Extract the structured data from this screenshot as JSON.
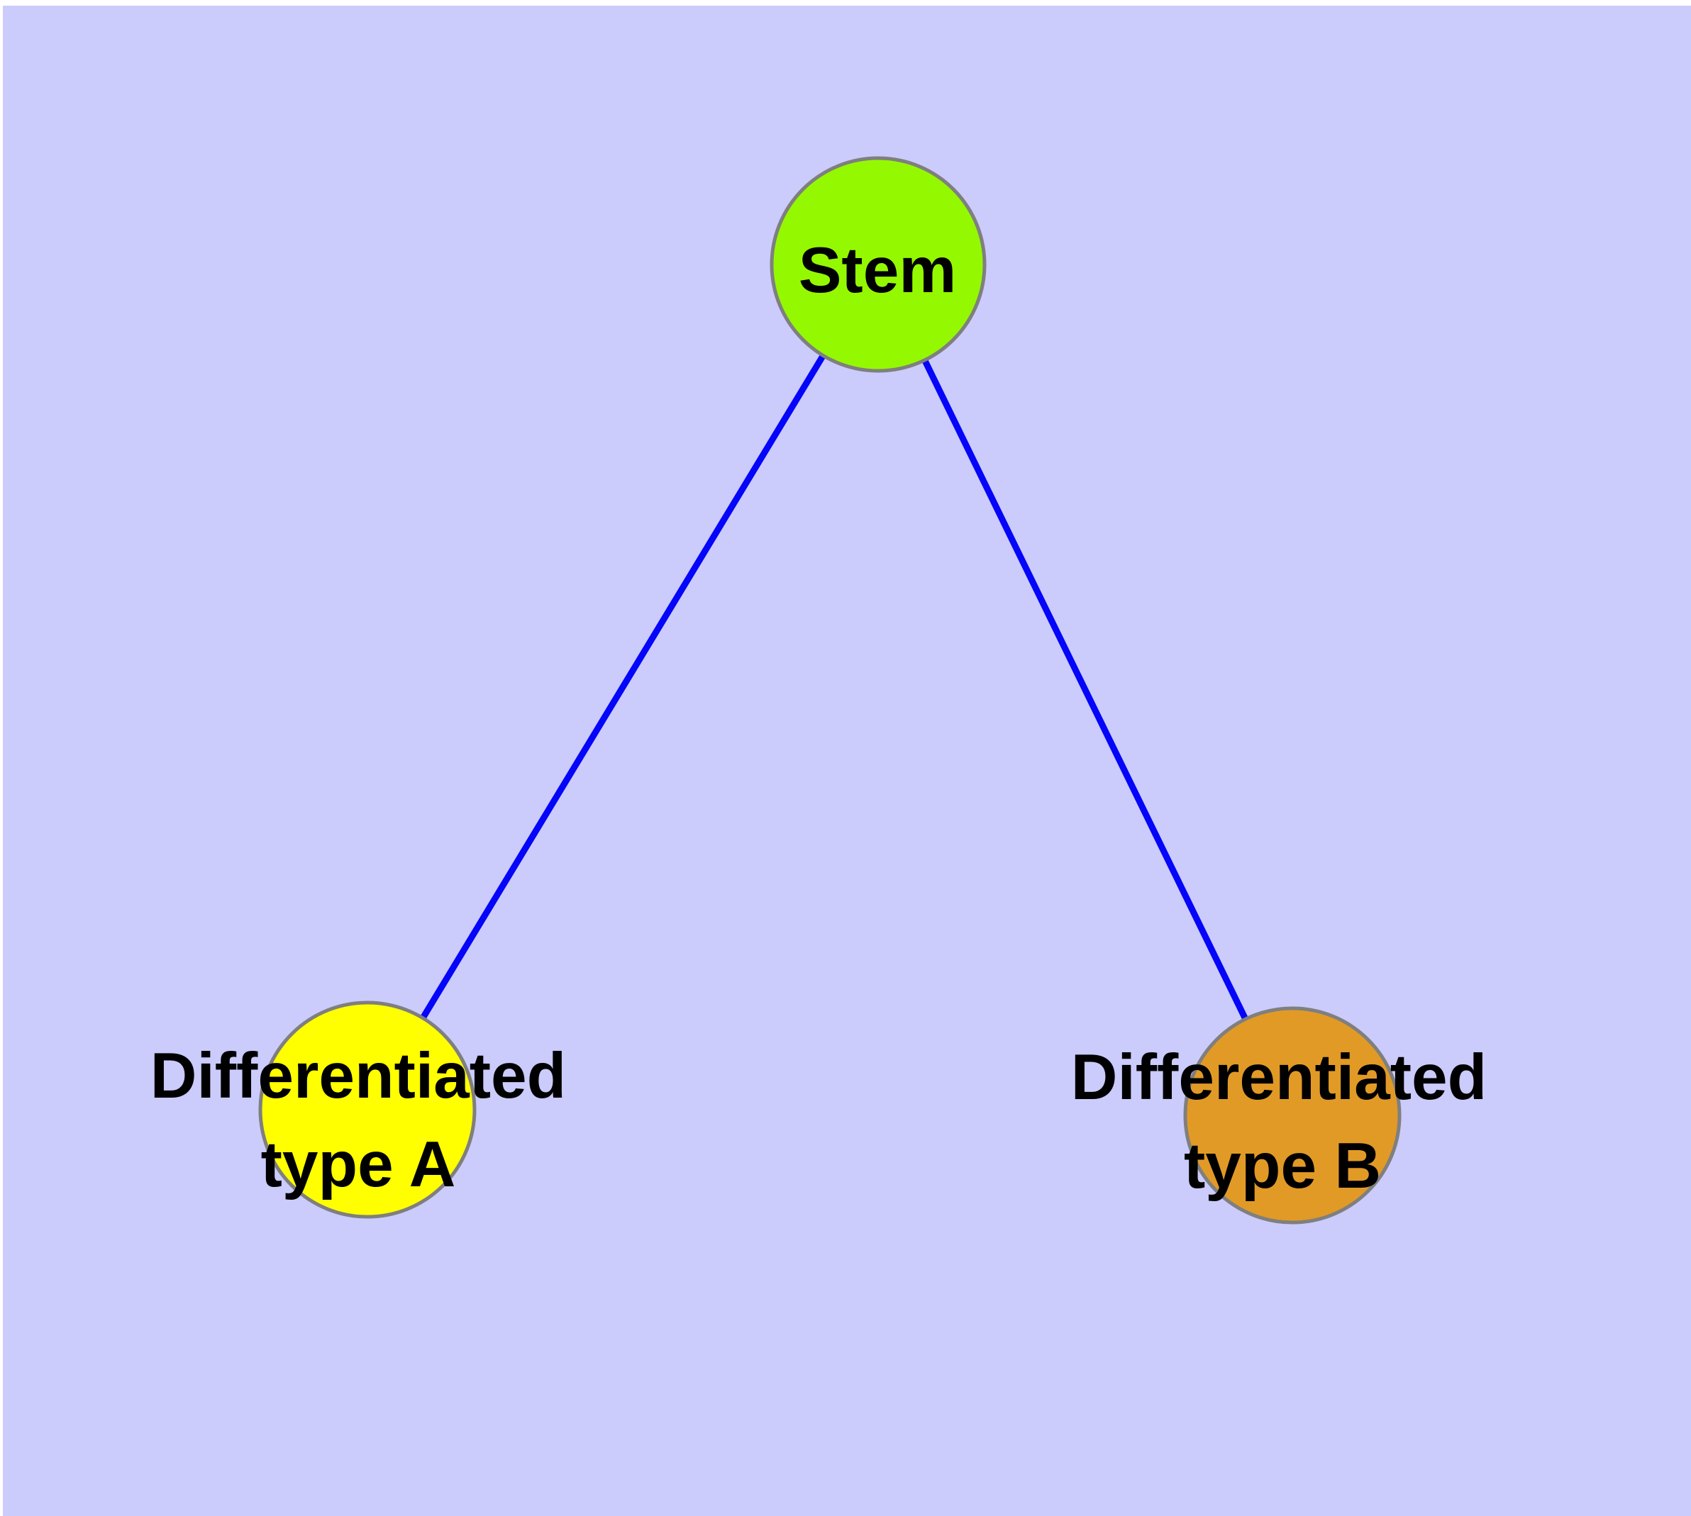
{
  "diagram": {
    "background_color": "#cbcbfc",
    "top_margin_color": "#ffffff",
    "edge_color": "#0505fa",
    "node_border_color": "#7f7f7f",
    "nodes": {
      "stem": {
        "label": "Stem",
        "fill": "#94f900"
      },
      "type_a": {
        "label": "Differentiated type A",
        "label_line1": "Differentiated",
        "label_line2": "type A",
        "fill": "#ffff00"
      },
      "type_b": {
        "label": "Differentiated type B",
        "label_line1": "Differentiated",
        "label_line2": "type B",
        "fill": "#e29a26"
      }
    },
    "edges": [
      {
        "from": "Stem",
        "to": "Differentiated type A"
      },
      {
        "from": "Stem",
        "to": "Differentiated type B"
      }
    ]
  }
}
